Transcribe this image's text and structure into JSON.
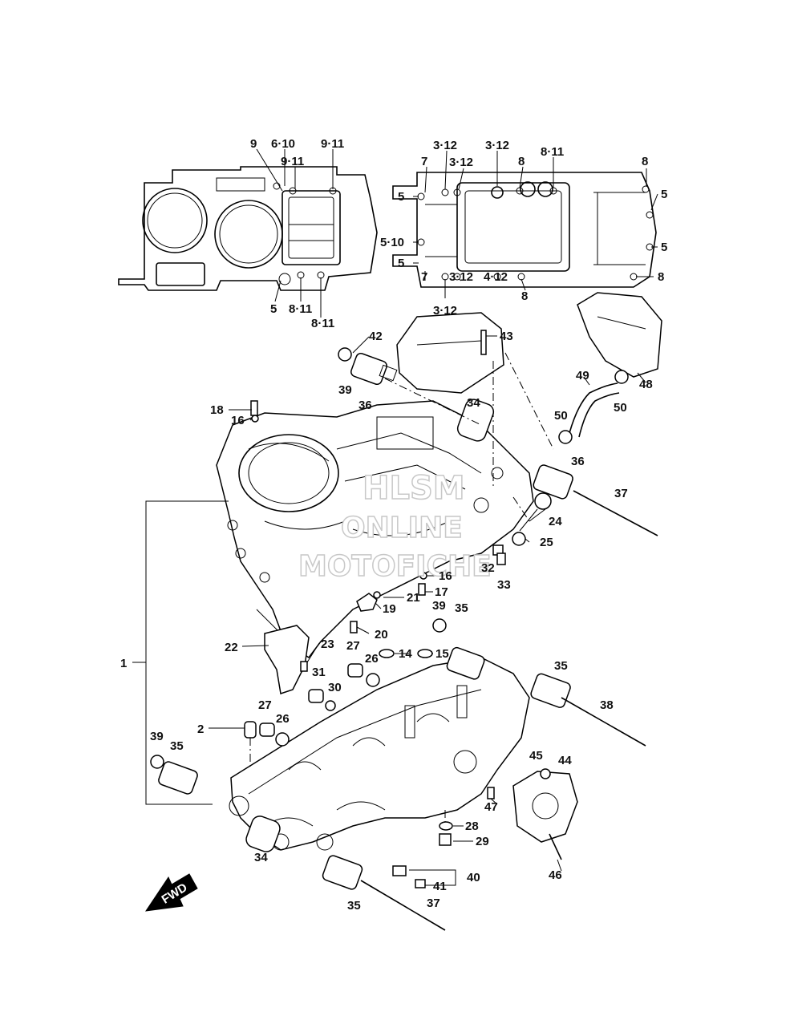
{
  "watermark": {
    "line1": "HLSM",
    "line2": "ONLINE",
    "line3": "MOTOFICHE"
  },
  "direction_marker": {
    "label": "FWD"
  },
  "top_left_view": {
    "callouts": [
      "9",
      "6·10",
      "9·11",
      "9·11",
      "5",
      "8·11",
      "8·11"
    ]
  },
  "top_right_view": {
    "callouts": [
      "3·12",
      "3·12",
      "3·12",
      "7",
      "8",
      "8·11",
      "8",
      "5",
      "5",
      "5",
      "5·10",
      "5",
      "7",
      "3·12",
      "4·12",
      "8",
      "8",
      "3·12"
    ]
  },
  "main_callouts": [
    "1",
    "2",
    "14",
    "15",
    "16",
    "16",
    "17",
    "18",
    "19",
    "20",
    "21",
    "22",
    "23",
    "24",
    "25",
    "26",
    "26",
    "27",
    "27",
    "28",
    "29",
    "30",
    "31",
    "32",
    "33",
    "34",
    "34",
    "35",
    "35",
    "35",
    "35",
    "36",
    "36",
    "37",
    "37",
    "38",
    "39",
    "39",
    "39",
    "40",
    "41",
    "42",
    "43",
    "44",
    "45",
    "46",
    "47",
    "48",
    "49",
    "50",
    "50"
  ]
}
